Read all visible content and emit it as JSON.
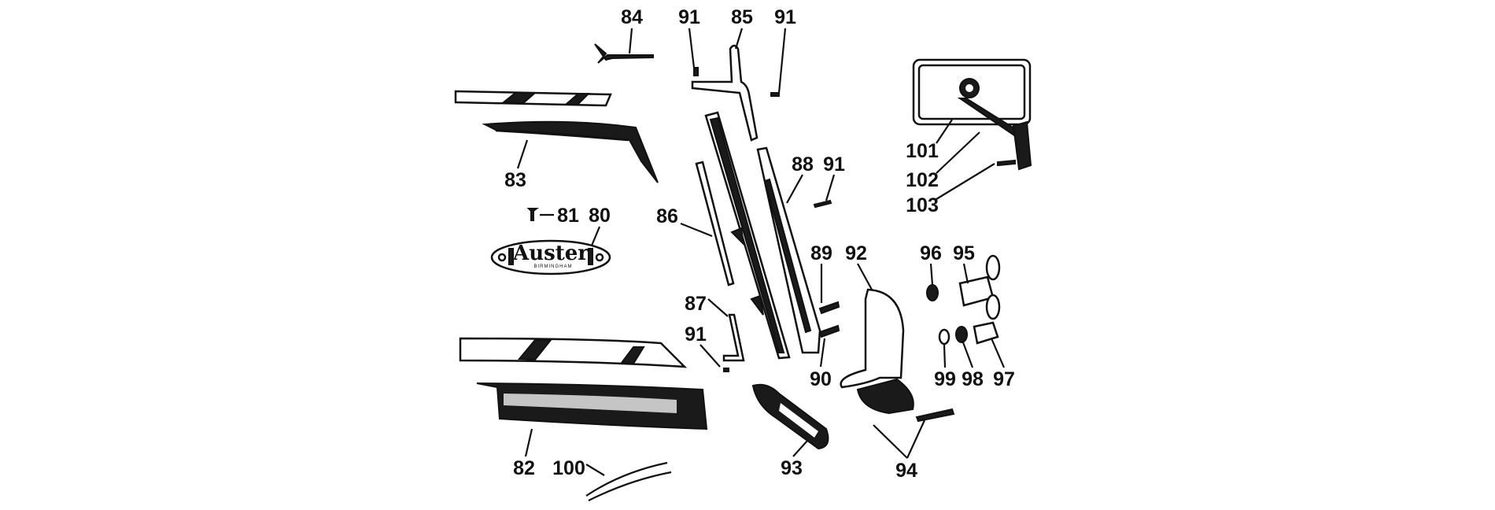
{
  "diagram": {
    "title": "Windscreen, trim and mirror exploded parts diagram",
    "emblem": {
      "text": "Auster",
      "subtext": "BIRMINGHAM"
    },
    "labels": {
      "l80": "80",
      "l81": "81",
      "l82": "82",
      "l83": "83",
      "l84": "84",
      "l85": "85",
      "l86": "86",
      "l87": "87",
      "l88": "88",
      "l89": "89",
      "l90": "90",
      "l91a": "91",
      "l91b": "91",
      "l91c": "91",
      "l91d": "91",
      "l92": "92",
      "l93": "93",
      "l94": "94",
      "l95": "95",
      "l96": "96",
      "l97": "97",
      "l98": "98",
      "l99": "99",
      "l100": "100",
      "l101": "101",
      "l102": "102",
      "l103": "103"
    }
  }
}
